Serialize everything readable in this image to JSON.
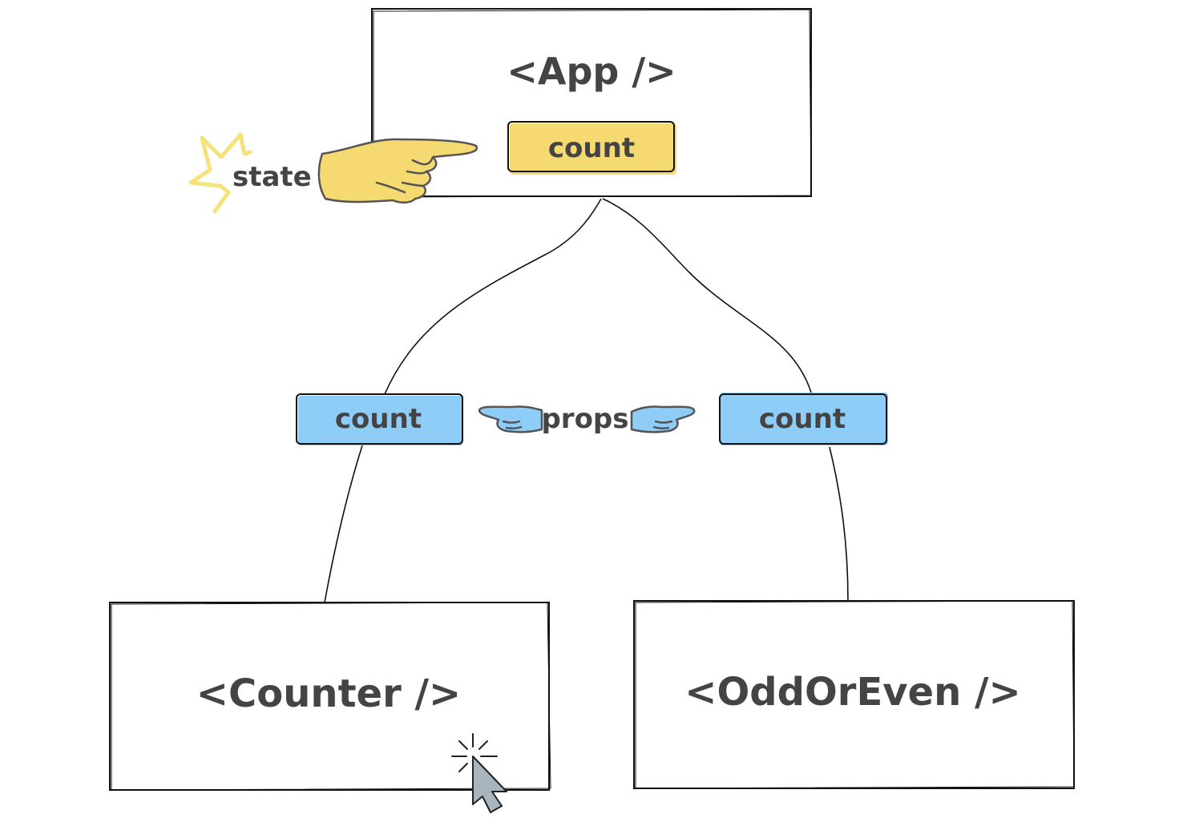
{
  "nodes": {
    "app": {
      "label": "<App />"
    },
    "counter": {
      "label": "<Counter />"
    },
    "odd_or_even": {
      "label": "<OddOrEven />"
    }
  },
  "state": {
    "label": "state",
    "variable": "count",
    "color": "#f5da72",
    "burst_color": "#f7e27a"
  },
  "props": {
    "label": "props",
    "left_variable": "count",
    "right_variable": "count",
    "color": "#8ecdf8"
  },
  "colors": {
    "text": "#444444",
    "stroke": "#111111",
    "cursor": "#a8b4be"
  }
}
